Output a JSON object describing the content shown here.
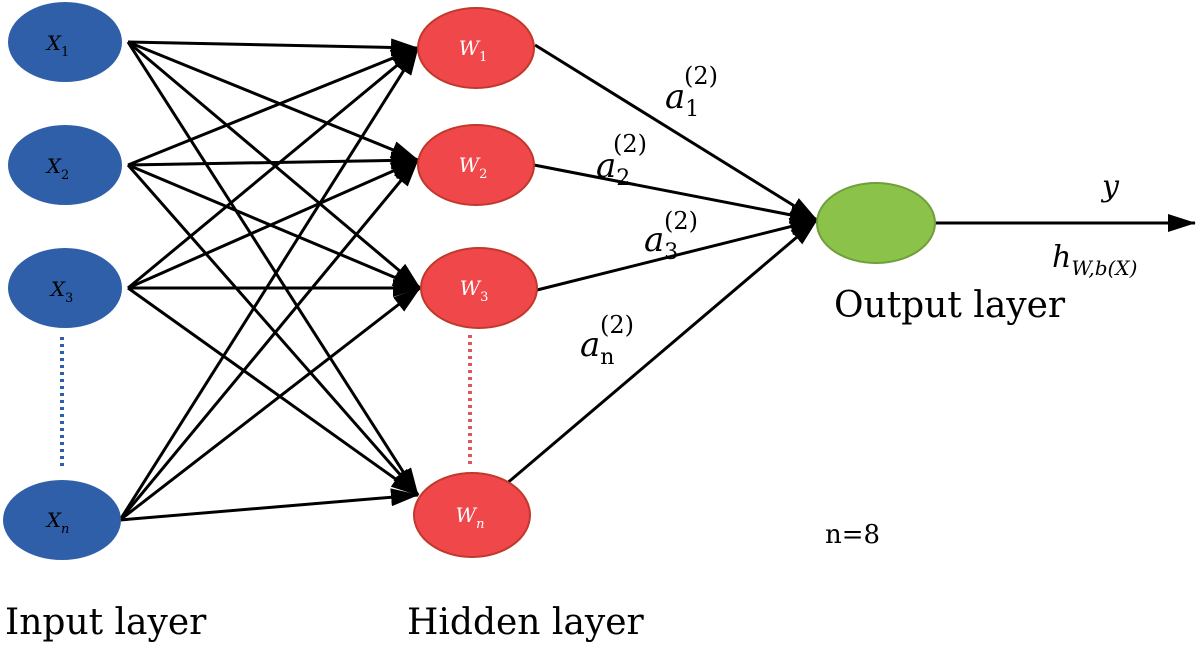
{
  "inputs": [
    {
      "base": "X",
      "sub": "1"
    },
    {
      "base": "X",
      "sub": "2"
    },
    {
      "base": "X",
      "sub": "3"
    },
    {
      "base": "X",
      "sub": "n"
    }
  ],
  "hidden": [
    {
      "base": "W",
      "sub": "1"
    },
    {
      "base": "W",
      "sub": "2"
    },
    {
      "base": "W",
      "sub": "3"
    },
    {
      "base": "W",
      "sub": "n"
    }
  ],
  "activations": [
    {
      "base": "a",
      "sub": "1",
      "sup": "(2)"
    },
    {
      "base": "a",
      "sub": "2",
      "sup": "(2)"
    },
    {
      "base": "a",
      "sub": "3",
      "sup": "(2)"
    },
    {
      "base": "a",
      "sub": "n",
      "sup": "(2)"
    }
  ],
  "output": {
    "y_label": "y",
    "h_base": "h",
    "h_sub": "W,b(X)"
  },
  "labels": {
    "input_layer": "Input layer",
    "hidden_layer": "Hidden layer",
    "output_layer": "Output layer",
    "n_value": "n=8"
  },
  "colors": {
    "input": "#2e5fa8",
    "hidden": "#f0474b",
    "output": "#8bc34a",
    "edge": "#000000"
  }
}
